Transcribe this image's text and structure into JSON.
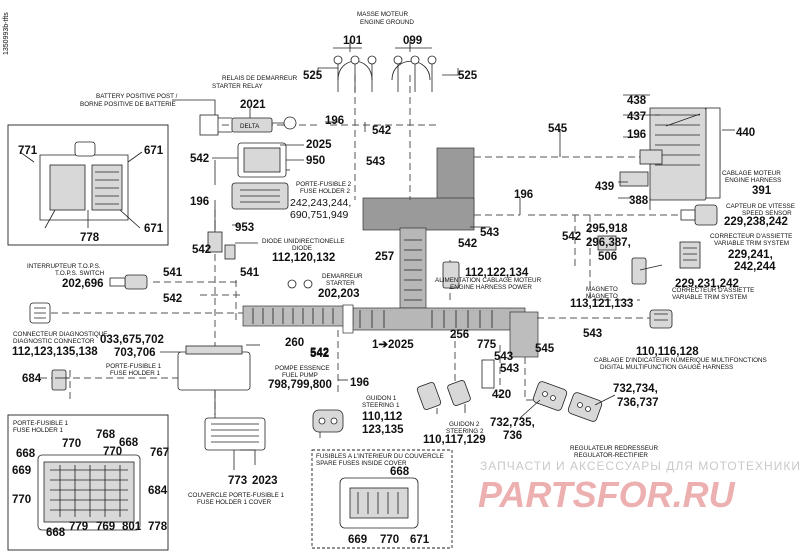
{
  "side_code": "1350993b-tfts",
  "labels": {
    "masse_fr": "MASSE MOTEUR",
    "masse_en": "ENGINE GROUND",
    "relay_fr": "STARTER RELAY",
    "relay_en": "RELAIS DE DEMARREUR",
    "battery_en": "BATTERY POSITIVE POST /",
    "battery_fr": "BORNE POSITIVE DE BATTERIE",
    "fuse2_fr": "PORTE-FUSIBLE 2",
    "fuse2_en": "FUSE HOLDER 2",
    "cablage_fr": "CABLAGE MOTEUR",
    "cablage_en": "ENGINE HARNESS",
    "speed_fr": "CAPTEUR DE VITESSE",
    "speed_en": "SPEED SENSOR",
    "diode_fr": "DIODE UNIDIRECTIONELLE",
    "diode_en": "DIODE",
    "tops_fr": "INTERRUPTEUR T.O.P.S.",
    "tops_en": "T.O.P.S. SWITCH",
    "demarreur_fr": "DEMARREUR",
    "demarreur_en": "STARTER",
    "alim_fr": "ALIMENTATION CABLAGE MOTEUR",
    "alim_en": "ENGINE HARNESS POWER",
    "magneto_fr": "MAGNETO",
    "magneto_en": "MAGNETO",
    "trim1_fr": "CORRECTEUR D'ASSIETTE",
    "trim1_en": "VARIABLE TRIM SYSTEM",
    "trim2_fr": "CORRECTEUR D'ASSIETTE",
    "trim2_en": "VARIABLE TRIM SYSTEM",
    "diag_fr": "CONNECTEUR DIAGNOSTIQUE",
    "diag_en": "DIAGNOSTIC CONNECTOR",
    "fuse1_fr": "PORTE-FUSIBLE 1",
    "fuse1_en": "FUSE HOLDER 1",
    "gauge_fr": "CABLAGE D'INDICATEUR NUMERIQUE MULTIFONCTIONS",
    "gauge_en": "DIGITAL MULTIFUNCTION GAUGE HARNESS",
    "pump_fr": "POMPE ESSENCE",
    "pump_en": "FUEL PUMP",
    "guidon1_fr": "GUIDON 1",
    "guidon1_en": "STEERING 1",
    "guidon2_fr": "GUIDON 2",
    "guidon2_en": "STEERING 2",
    "regul_fr": "REGULATEUR REDRESSEUR",
    "regul_en": "REGULATOR-RECTIFIER",
    "fuse1box_fr": "PORTE-FUSIBLE 1",
    "fuse1box_en": "FUSE HOLDER 1",
    "cover_fr": "COUVERCLE PORTE-FUSIBLE 1",
    "cover_en": "FUSE HOLDER 1 COVER",
    "spare_fr": "FUSIBLES A L'INTERIEUR DU COUVERCLE",
    "spare_en": "SPARE FUSES INSIDE COVER"
  },
  "parts": {
    "p101": "101",
    "p099": "099",
    "p525a": "525",
    "p525b": "525",
    "p2021": "2021",
    "p196a": "196",
    "p542a": "542",
    "p543a": "543",
    "p2025": "2025",
    "p950": "950",
    "p545a": "545",
    "p438": "438",
    "p437": "437",
    "p440": "440",
    "p196b": "196",
    "p439": "439",
    "p388": "388",
    "p391": "391",
    "p771": "771",
    "p671a": "671",
    "p671b": "671",
    "p778a": "778",
    "p542b": "542",
    "fuse2_list1": "242,243,244,",
    "fuse2_list2": "690,751,949",
    "p196c": "196",
    "p953": "953",
    "p542c": "542",
    "diode_list": "112,120,132",
    "p196d": "196",
    "p543b": "543",
    "p542d": "542",
    "p257": "257",
    "alim_list": "112,122,134",
    "p295": "295,918",
    "p296": "296,387,",
    "p506": "506",
    "p229a": "229,238,242",
    "p229b1": "229,241,",
    "p229b2": "242,244",
    "p229c": "229,231,242",
    "p542e": "542",
    "p541a": "541",
    "tops_list": "202,696",
    "p541b": "541",
    "starter_list": "202,203",
    "p542f": "542",
    "p542g": "542",
    "magneto_list": "113,121,133",
    "diag_list": "112,123,135,138",
    "p033": "033,675,702",
    "p703": "703,706",
    "p260": "260",
    "p256": "256",
    "junction": "1➔2025",
    "p775": "775",
    "p545b": "545",
    "p543c": "543",
    "p543d": "543",
    "gauge_list": "110,116,128",
    "p684a": "684",
    "p542h": "542",
    "pump_list": "798,799,800",
    "p196e": "196",
    "steer1_a": "110,112",
    "steer1_b": "123,135",
    "p543e": "543",
    "steer2_list": "110,117,129",
    "p420": "420",
    "p732a1": "732,734,",
    "p732a2": "736,737",
    "p732b1": "732,735,",
    "p732b2": "736",
    "p773": "773",
    "p2023": "2023",
    "fh_770a": "770",
    "fh_768": "768",
    "fh_668a": "668",
    "fh_770b": "770",
    "fh_767": "767",
    "fh_668b": "668",
    "fh_669": "669",
    "fh_684": "684",
    "fh_770c": "770",
    "fh_668c": "668",
    "fh_779": "779",
    "fh_769": "769",
    "fh_801": "801",
    "fh_778": "778",
    "sp_668": "668",
    "sp_669": "669",
    "sp_770": "770",
    "sp_671": "671"
  },
  "watermark": {
    "line1": "ЗАПЧАСТИ И АКСЕССУАРЫ ДЛЯ МОТОТЕХНИКИ",
    "line2": "PARTSFOR.RU"
  },
  "colors": {
    "ink": "#111111",
    "part_fill": "#d8d8d8",
    "watermark_red": "#e07070"
  }
}
